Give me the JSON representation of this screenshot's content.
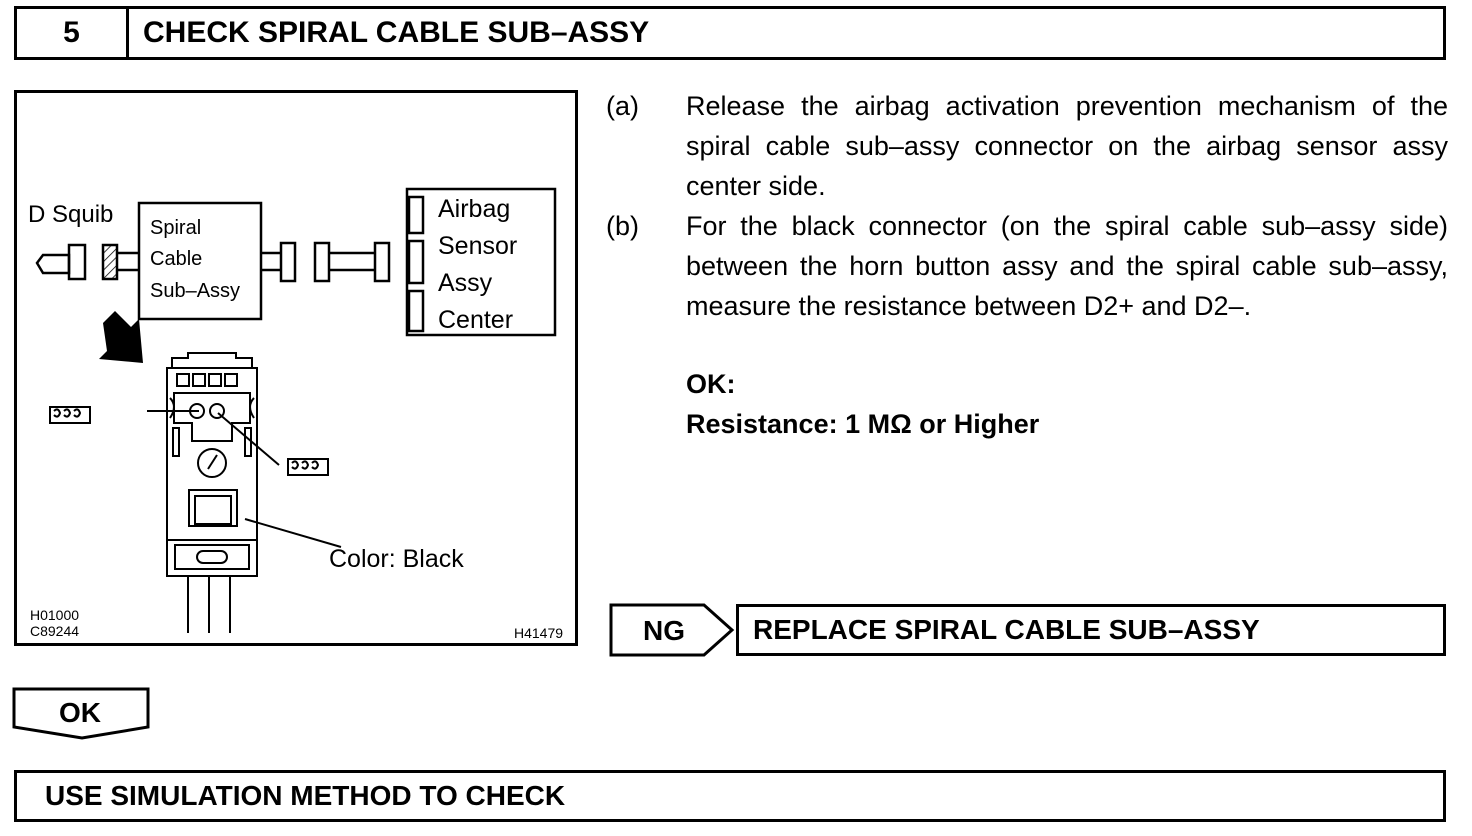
{
  "header": {
    "step_number": "5",
    "title": "CHECK SPIRAL CABLE SUB–ASSY"
  },
  "figure": {
    "d_squib_label": "D Squib",
    "spiral_cable_lines": [
      "Spiral",
      "Cable",
      "Sub–Assy"
    ],
    "airbag_sensor_lines": [
      "Airbag",
      "Sensor",
      "Assy",
      "Center"
    ],
    "color_label": "Color: Black",
    "ref_code_1": "H01000",
    "ref_code_2": "C89244",
    "figure_id": "H41479"
  },
  "instructions": {
    "step_a_label": "(a)",
    "step_a_text": "Release the airbag activation prevention mechanism of the spiral cable sub–assy connector on the airbag sensor assy center side.",
    "step_b_label": "(b)",
    "step_b_text": "For the black connector (on the spiral cable sub–assy side) between the horn button assy and the spiral cable sub–assy, measure the resistance between D2+ and D2–.",
    "ok_label": "OK:",
    "resistance_spec": "Resistance: 1 MΩ or Higher"
  },
  "ng_branch": {
    "label": "NG",
    "action": "REPLACE SPIRAL CABLE SUB–ASSY"
  },
  "ok_branch": {
    "label": "OK",
    "action": "USE SIMULATION METHOD TO CHECK"
  }
}
